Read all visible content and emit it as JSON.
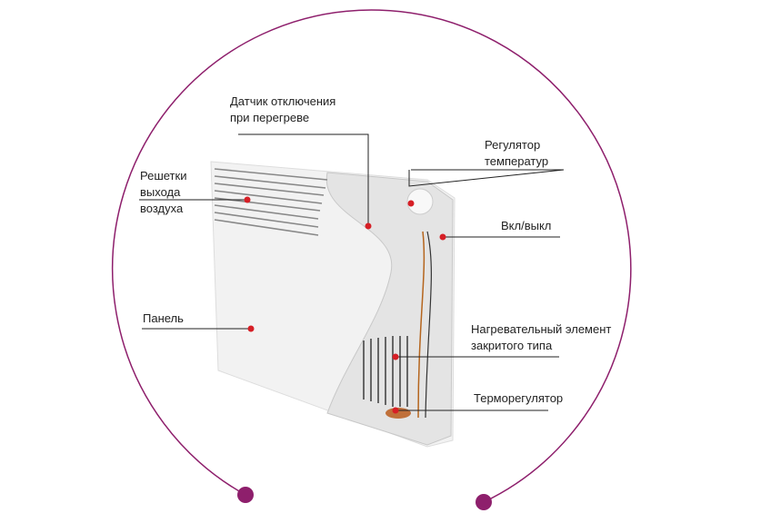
{
  "colors": {
    "ring": "#8e1f6c",
    "dot": "#d61f26",
    "leader": "#222222"
  },
  "labels": {
    "overheat_sensor": [
      "Датчик отключения",
      "при перегреве"
    ],
    "air_grilles": [
      "Решетки",
      "выхода",
      "воздуха"
    ],
    "temp_regulator": [
      "Регулятор",
      "температур"
    ],
    "on_off": [
      "Вкл/выкл"
    ],
    "panel": [
      "Панель"
    ],
    "heating_element": [
      "Нагревательный элемент",
      "закритого типа"
    ],
    "thermostat": [
      "Терморегулятор"
    ]
  }
}
